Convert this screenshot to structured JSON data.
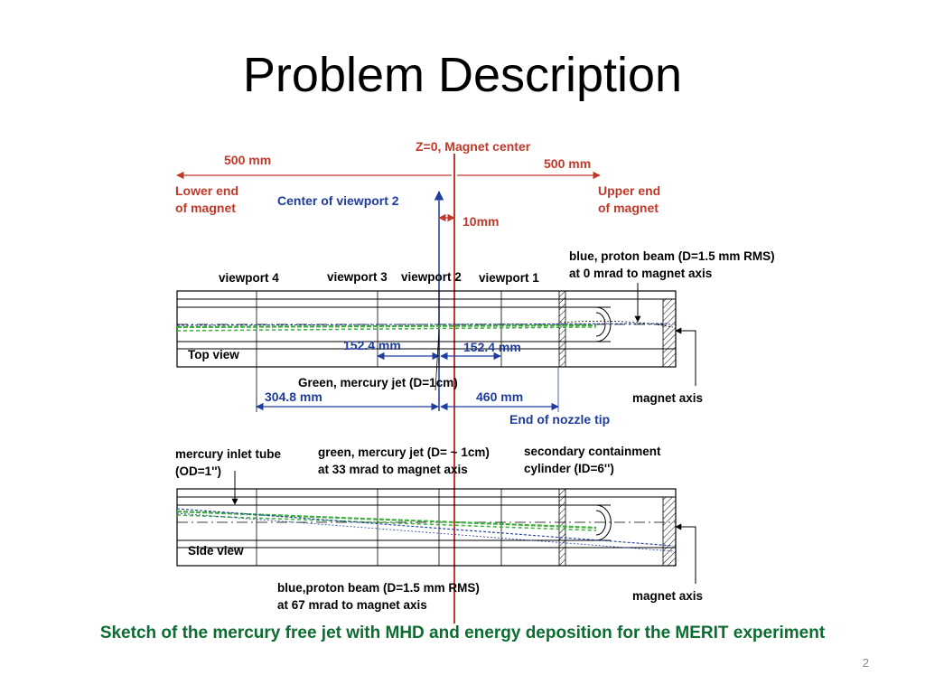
{
  "slide": {
    "title": "Problem Description",
    "caption": "Sketch of the mercury free jet with MHD and energy deposition for the MERIT experiment",
    "page_number": "2"
  },
  "diagram": {
    "z0_label": "Z=0, Magnet center",
    "left_500": "500 mm",
    "right_500": "500 mm",
    "lower_end": [
      "Lower end",
      "of magnet"
    ],
    "upper_end": [
      "Upper end",
      "of magnet"
    ],
    "center_viewport2": "Center of viewport 2",
    "offset_10mm": "10mm",
    "proton_beam_top": [
      "blue, proton beam (D=1.5 mm RMS)",
      "at 0 mrad to magnet axis"
    ],
    "viewports": [
      "viewport 4",
      "viewport 3",
      "viewport 2",
      "viewport 1"
    ],
    "dim_152_left": "152.4 mm",
    "dim_152_right": "152.4 mm",
    "top_view": "Top view",
    "green_jet_top": "Green, mercury jet (D=1cm)",
    "dim_304": "304.8 mm",
    "dim_460": "460 mm",
    "end_nozzle": "End of nozzle tip",
    "magnet_axis_top": "magnet axis",
    "inlet_tube": [
      "mercury inlet tube",
      "(OD=1'')"
    ],
    "green_jet_side": [
      "green, mercury jet (D= ~ 1cm)",
      "at 33 mrad to magnet axis"
    ],
    "secondary_cyl": [
      "secondary containment",
      "cylinder (ID=6'')"
    ],
    "side_view": "Side view",
    "proton_beam_side": [
      "blue,proton beam (D=1.5 mm RMS)",
      "at 67 mrad to magnet axis"
    ],
    "magnet_axis_side": "magnet axis",
    "colors": {
      "red": "#c0392b",
      "blue": "#1f3c9e",
      "green_caption": "#0b6d2f",
      "jet_green": "#3fae3f"
    }
  }
}
